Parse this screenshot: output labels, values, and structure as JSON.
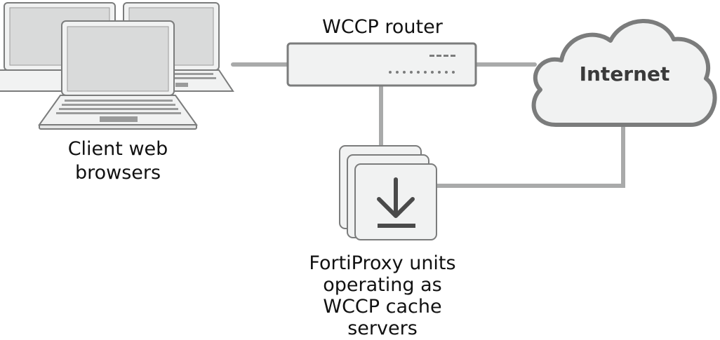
{
  "nodes": {
    "router": {
      "label": "WCCP router",
      "icon": "router-icon"
    },
    "clients": {
      "label_lines": [
        "Client web",
        "browsers"
      ],
      "icon": "laptop-icon"
    },
    "internet": {
      "label": "Internet",
      "icon": "cloud-icon"
    },
    "proxy": {
      "label_lines": [
        "FortiProxy units",
        "operating as",
        "WCCP cache",
        "servers"
      ],
      "icon": "download-icon"
    }
  },
  "edges": [
    {
      "from": "clients",
      "to": "router"
    },
    {
      "from": "router",
      "to": "internet"
    },
    {
      "from": "router",
      "to": "proxy"
    },
    {
      "from": "proxy",
      "to": "internet"
    }
  ],
  "colors": {
    "line": "#a9aaaa",
    "outline": "#7b7c7c",
    "fill": "#f1f2f2",
    "screen": "#d9dada",
    "text": "#111111",
    "internet_text": "#3a3a3a"
  }
}
